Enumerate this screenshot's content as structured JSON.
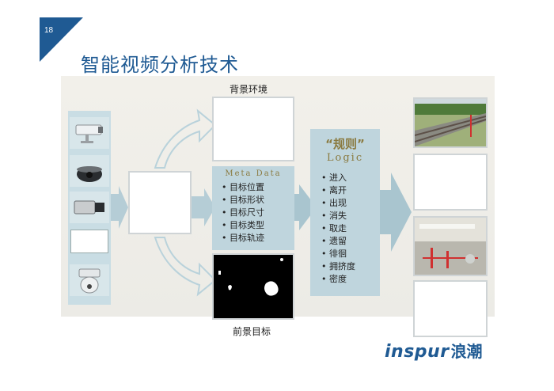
{
  "page": {
    "number": "18",
    "title": "智能视频分析技术"
  },
  "background": {
    "label": "背景环境"
  },
  "foreground": {
    "label": "前景目标"
  },
  "meta": {
    "heading": "Meta Data",
    "items": [
      "目标位置",
      "目标形状",
      "目标尺寸",
      "目标类型",
      "目标轨迹"
    ]
  },
  "rules": {
    "heading": "“规则”",
    "subheading": "Logic",
    "items": [
      "进入",
      "离开",
      "出现",
      "消失",
      "取走",
      "遗留",
      "徘徊",
      "拥挤度",
      "密度"
    ]
  },
  "logo": {
    "en": "inspur",
    "cn": "浪潮"
  },
  "colors": {
    "accent": "#1f5a93",
    "arrow": "#9fc0cc",
    "box": "#bfd5dd"
  },
  "icons": [
    "bullet-camera-icon",
    "dome-camera-icon",
    "box-camera-icon",
    "ptz-dome-camera-icon"
  ]
}
